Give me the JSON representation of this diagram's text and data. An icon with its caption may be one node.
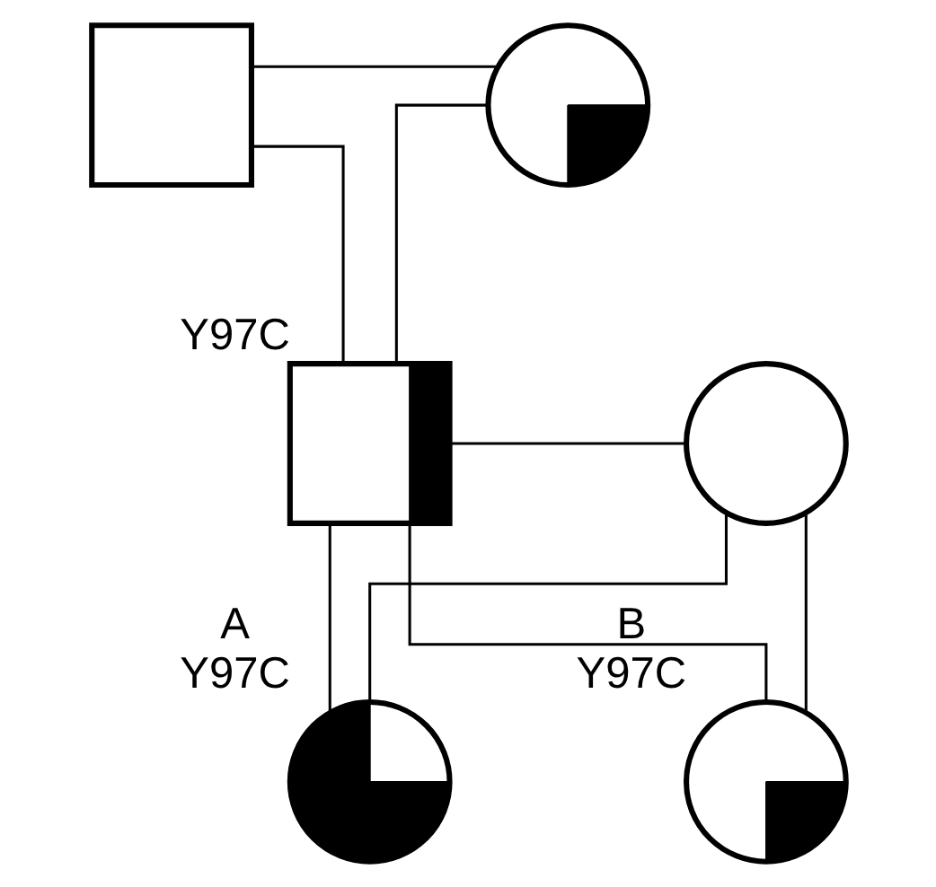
{
  "diagram": {
    "nodes": [
      {
        "text": [],
        "shape": "box"
      },
      {
        "text": [],
        "shape": "circle"
      },
      {
        "text": [],
        "shape": "box",
        "beside": [
          "Y97C"
        ]
      },
      {
        "text": [],
        "shape": "circle"
      },
      {
        "text": [],
        "shape": "circle",
        "beside": [
          "A",
          "Y97C"
        ]
      },
      {
        "text": [],
        "shape": "circle",
        "beside": [
          "B",
          "Y97C"
        ]
      }
    ],
    "edges": [
      {
        "from": 0,
        "to": 1,
        "arrow": "none"
      },
      {
        "from": 0,
        "to": 2,
        "arrow": "none"
      },
      {
        "from": 1,
        "to": 2,
        "arrow": "none"
      },
      {
        "from": 2,
        "to": 3,
        "arrow": "none"
      },
      {
        "from": 2,
        "to": 4,
        "arrow": "none"
      },
      {
        "from": 3,
        "to": 4,
        "arrow": "none"
      },
      {
        "from": 2,
        "to": 5,
        "arrow": "none"
      },
      {
        "from": 3,
        "to": 5,
        "arrow": "none"
      }
    ]
  }
}
